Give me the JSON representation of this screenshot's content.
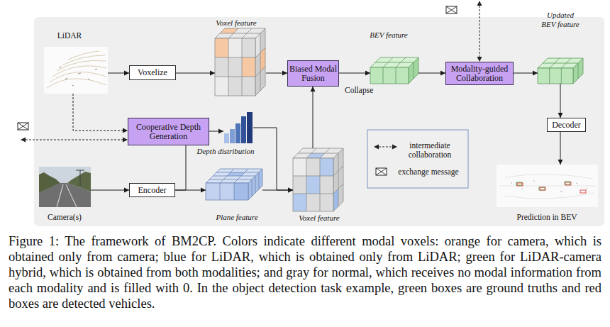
{
  "diagram": {
    "caption": "Figure 1: The framework of BM2CP. Colors indicate different modal voxels: orange for camera, which is obtained only from camera; blue for LiDAR, which is obtained only from LiDAR; green for LiDAR-camera hybrid, which is obtained from both modalities; and gray for normal, which receives no modal information from each modality and is filled with 0. In the object detection task example, green boxes are ground truths and red boxes are detected vehicles.",
    "nodes": [
      {
        "text": [
          "LiDAR"
        ]
      },
      {
        "text": [
          "Voxelize"
        ]
      },
      {
        "text": [
          "Voxel feature"
        ]
      },
      {
        "text": [
          "Biased Modal Fusion"
        ]
      },
      {
        "text": [
          "BEV feature"
        ]
      },
      {
        "text": [
          "Modality-guided Collaboration"
        ]
      },
      {
        "text": [
          "Updated BEV feature"
        ]
      },
      {
        "text": [
          "Decoder"
        ]
      },
      {
        "text": [
          "Prediction in BEV"
        ]
      },
      {
        "text": [
          "Cooperative Depth Generation"
        ]
      },
      {
        "text": [
          "Depth distribution"
        ]
      },
      {
        "text": [
          "Camera(s)"
        ]
      },
      {
        "text": [
          "Encoder"
        ]
      },
      {
        "text": [
          "Plane feature"
        ]
      },
      {
        "text": [
          "Voxel feature"
        ]
      }
    ],
    "edges": [
      {
        "from": 0,
        "to": 1,
        "arrow": "to"
      },
      {
        "from": 1,
        "to": 2,
        "arrow": "to"
      },
      {
        "from": 2,
        "to": 3,
        "arrow": "to"
      },
      {
        "from": 3,
        "to": 4,
        "arrow": "to",
        "label": "Collapse"
      },
      {
        "from": 4,
        "to": 5,
        "arrow": "to"
      },
      {
        "from": 5,
        "to": 6,
        "arrow": "to"
      },
      {
        "from": 6,
        "to": 7,
        "arrow": "to"
      },
      {
        "from": 7,
        "to": 8,
        "arrow": "to"
      },
      {
        "from": 0,
        "to": 9,
        "arrow": "to"
      },
      {
        "from": 9,
        "to": 10,
        "arrow": "to"
      },
      {
        "from": 11,
        "to": 12,
        "arrow": "to"
      },
      {
        "from": 12,
        "to": 13,
        "arrow": "to"
      },
      {
        "from": 12,
        "to": 9,
        "arrow": "none"
      },
      {
        "from": 10,
        "to": 14,
        "arrow": "to"
      },
      {
        "from": 13,
        "to": 14,
        "arrow": "to"
      },
      {
        "from": 14,
        "to": 3,
        "arrow": "to"
      }
    ],
    "legend": [
      {
        "text": "intermediate collaboration"
      },
      {
        "text": "exchange message"
      }
    ]
  }
}
